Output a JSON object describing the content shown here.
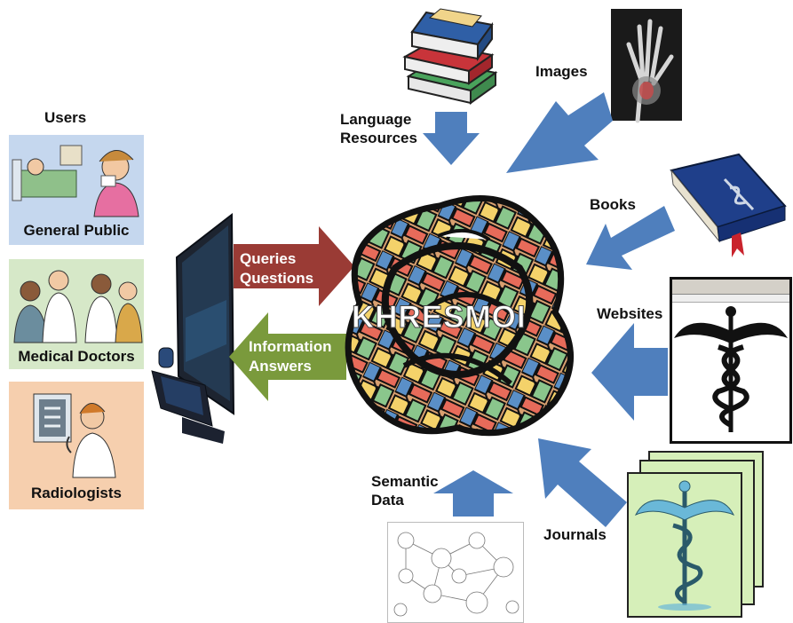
{
  "users": {
    "title": "Users",
    "groups": [
      {
        "label": "General Public",
        "color": "#c5d7ee"
      },
      {
        "label": "Medical Doctors",
        "color": "#d6e8c8"
      },
      {
        "label": "Radiologists",
        "color": "#f6cfae"
      }
    ]
  },
  "flows": {
    "queries_line1": "Queries",
    "queries_line2": "Questions",
    "info_line1": "Information",
    "info_line2": "Answers",
    "query_color": "#9a3b35",
    "answer_color": "#7a9a3c"
  },
  "center": {
    "title": "KHRESMOI"
  },
  "sources": {
    "arrow_color": "#4f7fbd",
    "language_resources_1": "Language",
    "language_resources_2": "Resources",
    "images": "Images",
    "books": "Books",
    "websites": "Websites",
    "journals": "Journals",
    "semantic_data_1": "Semantic",
    "semantic_data_2": "Data"
  },
  "icons": {
    "computer": "computer-icon",
    "book_stack": "book-stack-icon",
    "xray_hand": "xray-hand-icon",
    "blue_book": "medical-book-icon",
    "website": "website-screenshot-icon",
    "journal": "journal-pages-icon",
    "semantic_graph": "semantic-network-icon",
    "caduceus": "caduceus-icon"
  }
}
